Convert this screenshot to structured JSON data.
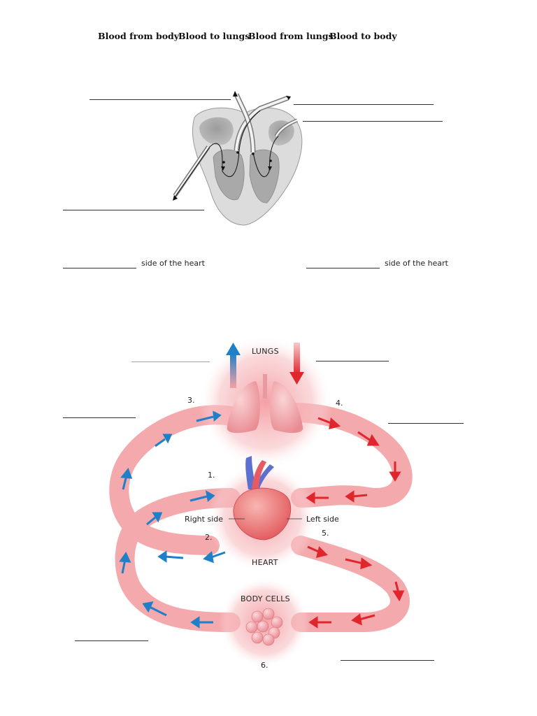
{
  "word_bank": [
    "Blood from body",
    "Blood to lungs",
    "Blood from lungs",
    "Blood to body"
  ],
  "side_of_heart_text": "side of the heart",
  "diagram_labels": {
    "lungs": "LUNGS",
    "heart": "HEART",
    "body_cells": "BODY CELLS",
    "right_side": "Right side",
    "left_side": "Left side"
  },
  "step_numbers": {
    "one": "1.",
    "two": "2.",
    "three": "3.",
    "four": "4.",
    "five": "5.",
    "six": "6."
  },
  "colors": {
    "tube_pink": "#f3a2a6",
    "arrow_blue": "#1f7fc8",
    "arrow_red": "#e0262d",
    "glow_pink": "#f6b6ba",
    "heart_gray": "#d9d9d9"
  }
}
